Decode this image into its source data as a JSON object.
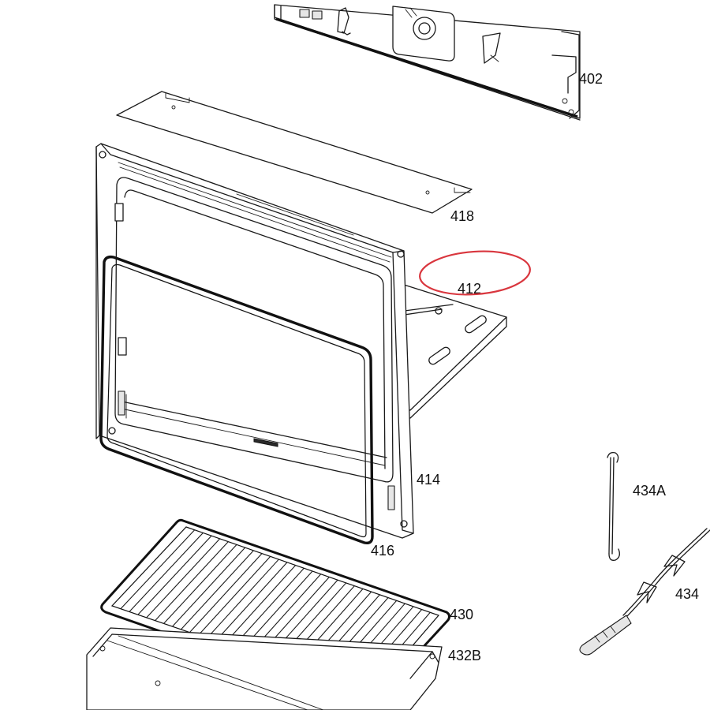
{
  "labels": {
    "p402": "402",
    "p418": "418",
    "p412": "412",
    "p414": "414",
    "p416": "416",
    "p430": "430",
    "p432b": "432B",
    "p434a": "434A",
    "p434": "434"
  },
  "colors": {
    "line": "#1a1a1a",
    "highlight_circle": "#d9363e",
    "background": "#ffffff"
  }
}
